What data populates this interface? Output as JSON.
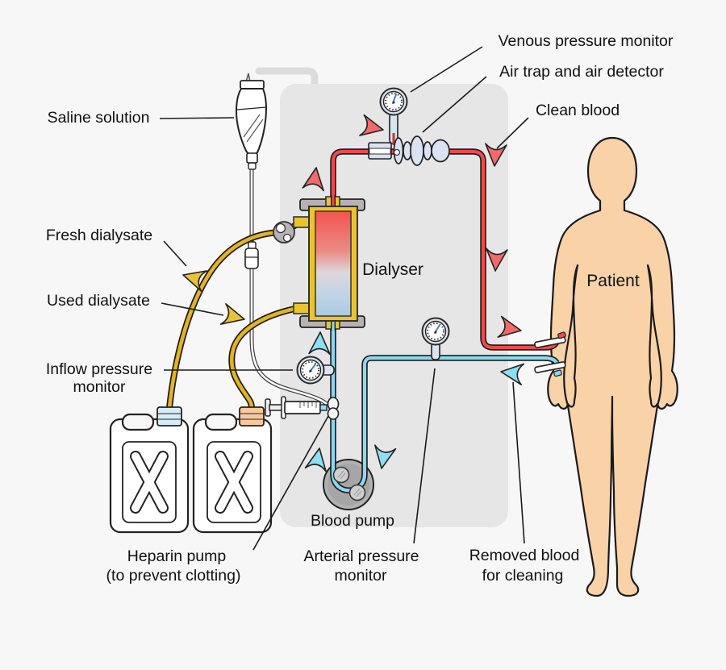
{
  "diagram": {
    "subject": "Hemodialysis circuit diagram",
    "labels": {
      "saline": "Saline solution",
      "venous": "Venous pressure monitor",
      "air_trap": "Air trap and air detector",
      "clean_blood": "Clean blood",
      "fresh_dialysate": "Fresh dialysate",
      "used_dialysate": "Used dialysate",
      "inflow_1": "Inflow pressure",
      "inflow_2": "monitor",
      "dialyser": "Dialyser",
      "patient": "Patient",
      "blood_pump": "Blood pump",
      "heparin_1": "Heparin pump",
      "heparin_2": "(to prevent clotting)",
      "arterial_1": "Arterial pressure",
      "arterial_2": "monitor",
      "removed_1": "Removed blood",
      "removed_2": "for cleaning"
    },
    "colors": {
      "background": "#f7f7f7",
      "machine_panel": "#e6e6e6",
      "blood_red": "#ee4a4e",
      "blood_cyan": "#8bd8f2",
      "dialysate_yellow": "#e3b322",
      "arrow_red": "#f4696a",
      "arrow_cyan": "#8fdef5",
      "arrow_yellow": "#e8c23a",
      "skin": "#f9d2a8",
      "gauge_ring": "#dce6f3",
      "cap_blue": "#d6ecf7",
      "cap_orange": "#f9c99c",
      "dialyser_case": "#e9c42d"
    }
  }
}
